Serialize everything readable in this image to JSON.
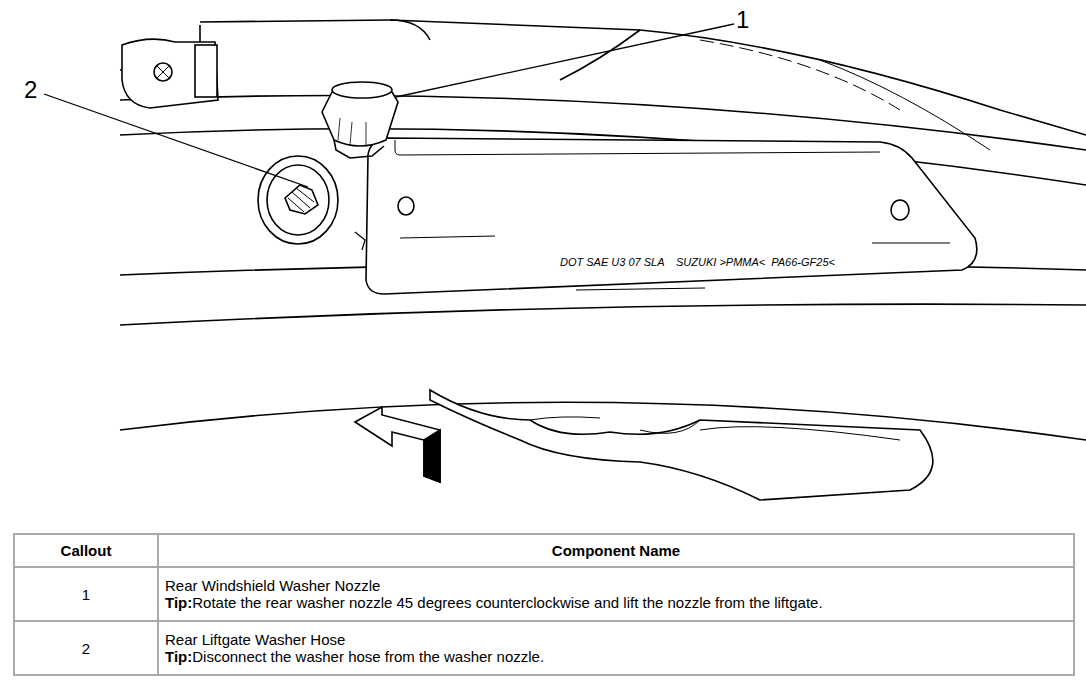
{
  "diagram": {
    "labels": [
      "1",
      "2",
      "DOT SAE U3 07 SLA",
      "SUZUKI >PMMA<",
      "PA66-GF25<",
      "Callout",
      "Component Name",
      "1",
      "Rear Windshield Washer Nozzle",
      "Tip:",
      "Rotate the rear washer nozzle 45 degrees counterclockwise and lift the nozzle from the liftgate.",
      "2",
      "Rear Liftgate Washer Hose",
      "Tip:",
      "Disconnect the washer hose from the washer nozzle."
    ]
  }
}
